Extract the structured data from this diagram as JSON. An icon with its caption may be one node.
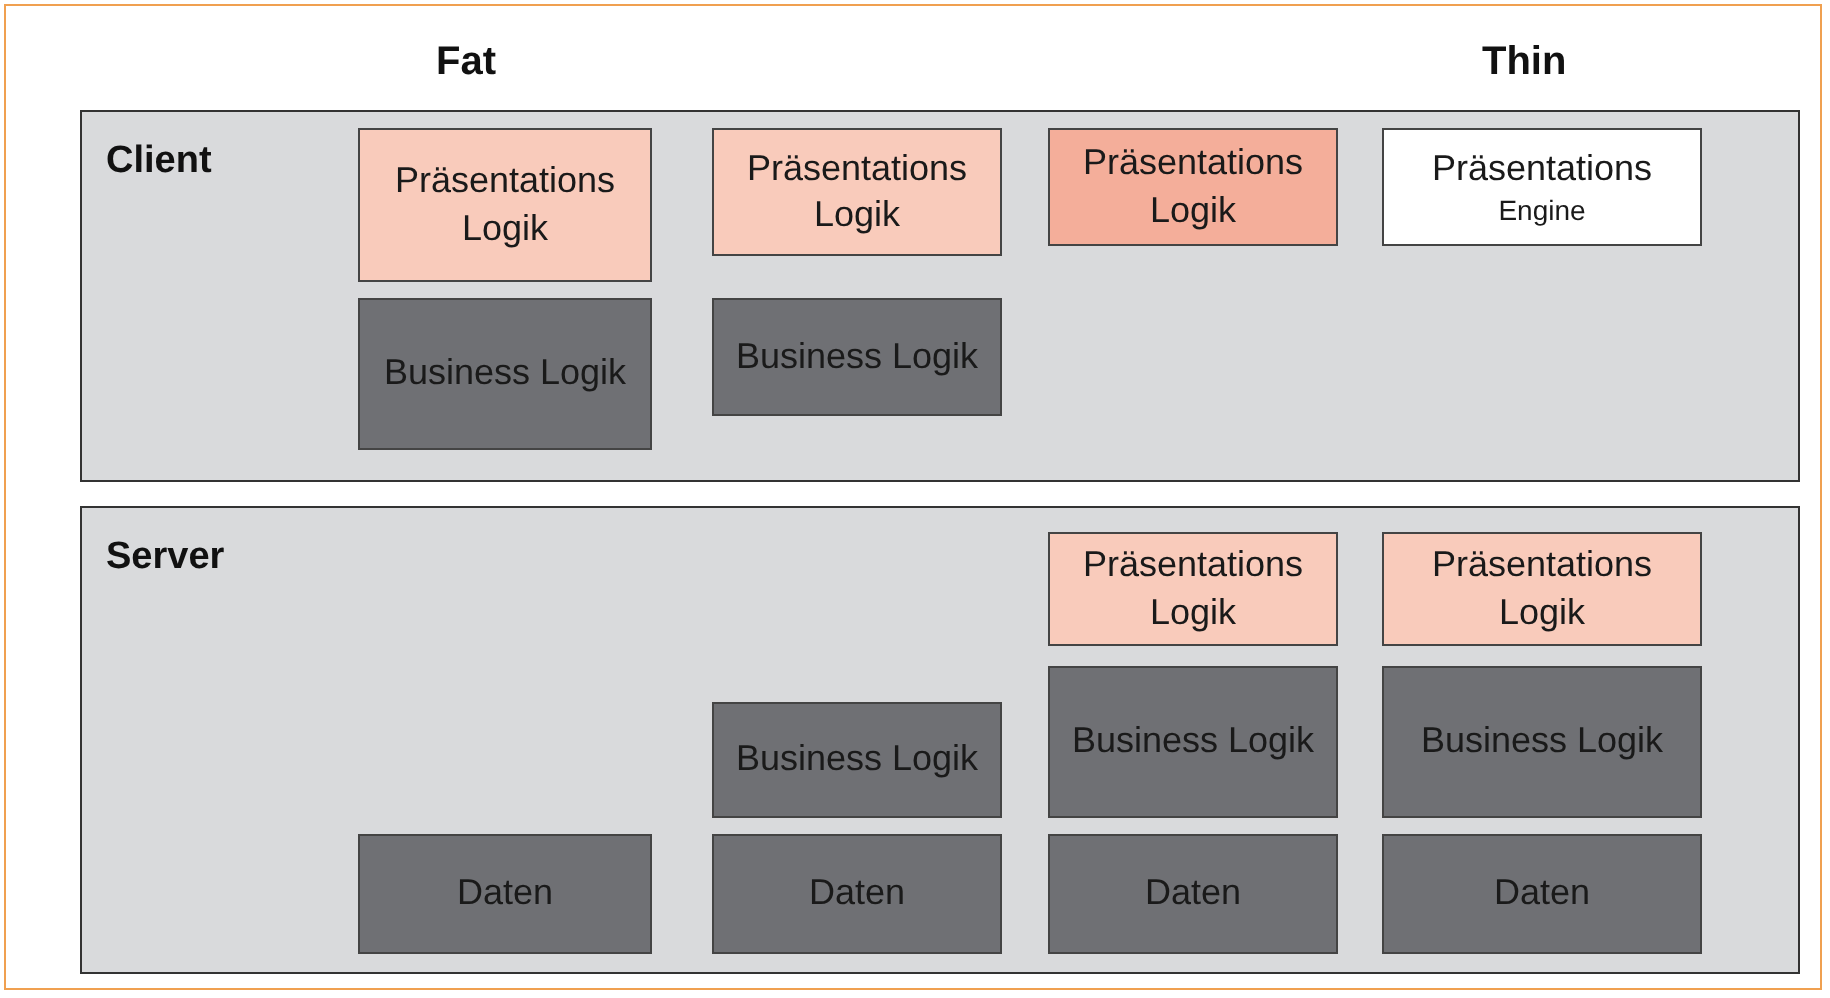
{
  "diagram": {
    "nodes": [
      {
        "text": [
          "Client"
        ]
      },
      {
        "text": [
          "Präsentations Logik"
        ],
        "in": 0
      },
      {
        "text": [
          "Präsentations Logik"
        ],
        "in": 0
      },
      {
        "text": [
          "Präsentations Logik"
        ],
        "in": 0
      },
      {
        "text": [
          "Präsentations",
          "Engine"
        ],
        "in": 0
      },
      {
        "text": [
          "Business Logik"
        ],
        "in": 0
      },
      {
        "text": [
          "Business Logik"
        ],
        "in": 0
      },
      {
        "text": [
          "Server"
        ]
      },
      {
        "text": [
          "Präsentations Logik"
        ],
        "in": 7
      },
      {
        "text": [
          "Präsentations Logik"
        ],
        "in": 7
      },
      {
        "text": [
          "Business Logik"
        ],
        "in": 7
      },
      {
        "text": [
          "Business Logik"
        ],
        "in": 7
      },
      {
        "text": [
          "Business Logik"
        ],
        "in": 7
      },
      {
        "text": [
          "Daten"
        ],
        "in": 7
      },
      {
        "text": [
          "Daten"
        ],
        "in": 7
      },
      {
        "text": [
          "Daten"
        ],
        "in": 7
      },
      {
        "text": [
          "Daten"
        ],
        "in": 7
      }
    ],
    "edges": [],
    "labels": [
      "Fat",
      "Thin"
    ]
  }
}
